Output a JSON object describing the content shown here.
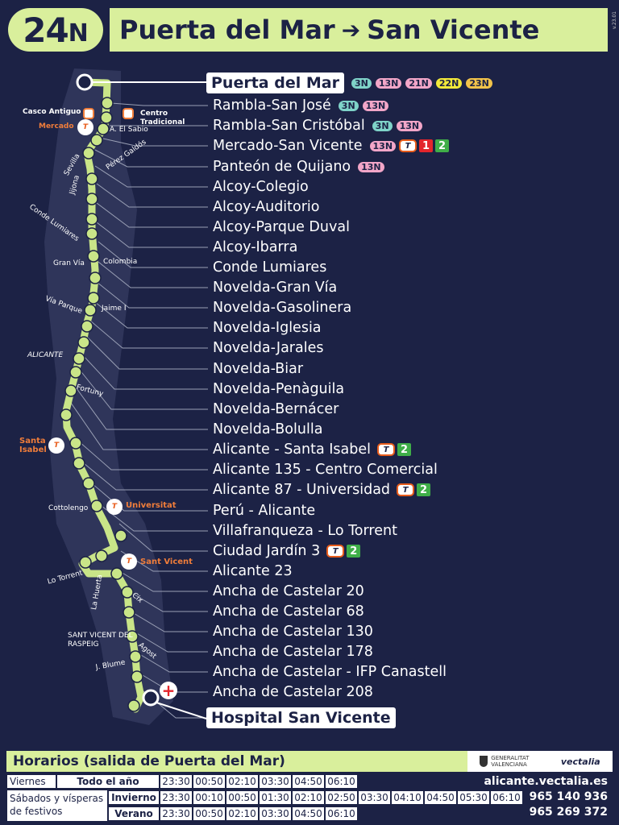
{
  "header": {
    "line_number": "24",
    "line_suffix": "N",
    "origin": "Puerta del Mar",
    "arrow": "➔",
    "destination": "San Vicente",
    "version": "v.23.01"
  },
  "stops": [
    {
      "name": "Puerta del Mar",
      "terminal": true,
      "connections": [
        "3N",
        "13N",
        "21N",
        "22N",
        "23N"
      ]
    },
    {
      "name": "Rambla-San José",
      "connections": [
        "3N",
        "13N"
      ]
    },
    {
      "name": "Rambla-San Cristóbal",
      "connections": [
        "3N",
        "13N"
      ]
    },
    {
      "name": "Mercado-San Vicente",
      "connections": [
        "13N",
        "T",
        "1",
        "2"
      ]
    },
    {
      "name": "Panteón de Quijano",
      "connections": [
        "13N"
      ]
    },
    {
      "name": "Alcoy-Colegio",
      "connections": []
    },
    {
      "name": "Alcoy-Auditorio",
      "connections": []
    },
    {
      "name": "Alcoy-Parque Duval",
      "connections": []
    },
    {
      "name": "Alcoy-Ibarra",
      "connections": []
    },
    {
      "name": "Conde Lumiares",
      "connections": []
    },
    {
      "name": "Novelda-Gran Vía",
      "connections": []
    },
    {
      "name": "Novelda-Gasolinera",
      "connections": []
    },
    {
      "name": "Novelda-Iglesia",
      "connections": []
    },
    {
      "name": "Novelda-Jarales",
      "connections": []
    },
    {
      "name": "Novelda-Biar",
      "connections": []
    },
    {
      "name": "Novelda-Penàguila",
      "connections": []
    },
    {
      "name": "Novelda-Bernácer",
      "connections": []
    },
    {
      "name": "Novelda-Bolulla",
      "connections": []
    },
    {
      "name": "Alicante - Santa Isabel",
      "connections": [
        "T",
        "2"
      ]
    },
    {
      "name": "Alicante 135 - Centro Comercial",
      "connections": []
    },
    {
      "name": "Alicante 87 - Universidad",
      "connections": [
        "T",
        "2"
      ]
    },
    {
      "name": "Perú - Alicante",
      "connections": []
    },
    {
      "name": "Villafranqueza - Lo Torrent",
      "connections": []
    },
    {
      "name": "Ciudad Jardín 3",
      "connections": [
        "T",
        "2"
      ]
    },
    {
      "name": "Alicante 23",
      "connections": []
    },
    {
      "name": "Ancha de Castelar 20",
      "connections": []
    },
    {
      "name": "Ancha de Castelar 68",
      "connections": []
    },
    {
      "name": "Ancha de Castelar 130",
      "connections": []
    },
    {
      "name": "Ancha de Castelar 178",
      "connections": []
    },
    {
      "name": "Ancha de Castelar - IFP Canastell",
      "connections": []
    },
    {
      "name": "Ancha de Castelar 208",
      "connections": []
    },
    {
      "name": "Hospital San Vicente",
      "terminal": true,
      "connections": []
    }
  ],
  "map_labels": {
    "casco_antiguo": "Casco Antiguo",
    "centro_tradicional": "Centro Tradicional",
    "mercado": "Mercado",
    "a_el_sabio": "A. El Sabio",
    "perez_galdos": "Pérez Galdós",
    "sevilla": "Sevilla",
    "jijona": "Jijona",
    "conde_lumiares": "Conde Lumiares",
    "gran_via": "Gran Vía",
    "colombia": "Colombia",
    "via_parque": "Vía Parque",
    "jaime_i": "Jaime I",
    "alicante": "ALICANTE",
    "fortuny": "Fortuny",
    "santa_isabel": "Santa Isabel",
    "cottolengo": "Cottolengo",
    "universitat": "Universitat",
    "sant_vicent": "Sant Vicent",
    "lo_torrent": "Lo Torrent",
    "la_huerta": "La Huerta",
    "cix": "Cix",
    "sant_vicent_del_raspeig": "SANT VICENT DEL RASPEIG",
    "agost": "Agost",
    "j_blume": "J. Blume",
    "tram_symbol": "T"
  },
  "schedule": {
    "title": "Horarios (salida de Puerta del Mar)",
    "logo_generalitat": "GENERALITAT VALENCIANA",
    "logo_vectalia": "vectalia",
    "rows": [
      {
        "day": "Viernes",
        "period": "Todo el año",
        "times": [
          "23:30",
          "00:50",
          "02:10",
          "03:30",
          "04:50",
          "06:10"
        ]
      },
      {
        "day": "Sábados y vísperas de festivos",
        "period": "Invierno",
        "times": [
          "23:30",
          "00:10",
          "00:50",
          "01:30",
          "02:10",
          "02:50",
          "03:30",
          "04:10",
          "04:50",
          "05:30",
          "06:10"
        ]
      },
      {
        "day": "",
        "period": "Verano",
        "times": [
          "23:30",
          "00:50",
          "02:10",
          "03:30",
          "04:50",
          "06:10"
        ]
      }
    ],
    "website": "alicante.vectalia.es",
    "phone1": "965 140 936",
    "phone2": "965 269 372"
  },
  "colors": {
    "background": "#1c2245",
    "accent": "#d9ef9c",
    "route": "#c9e588",
    "tram": "#e85c1b"
  }
}
